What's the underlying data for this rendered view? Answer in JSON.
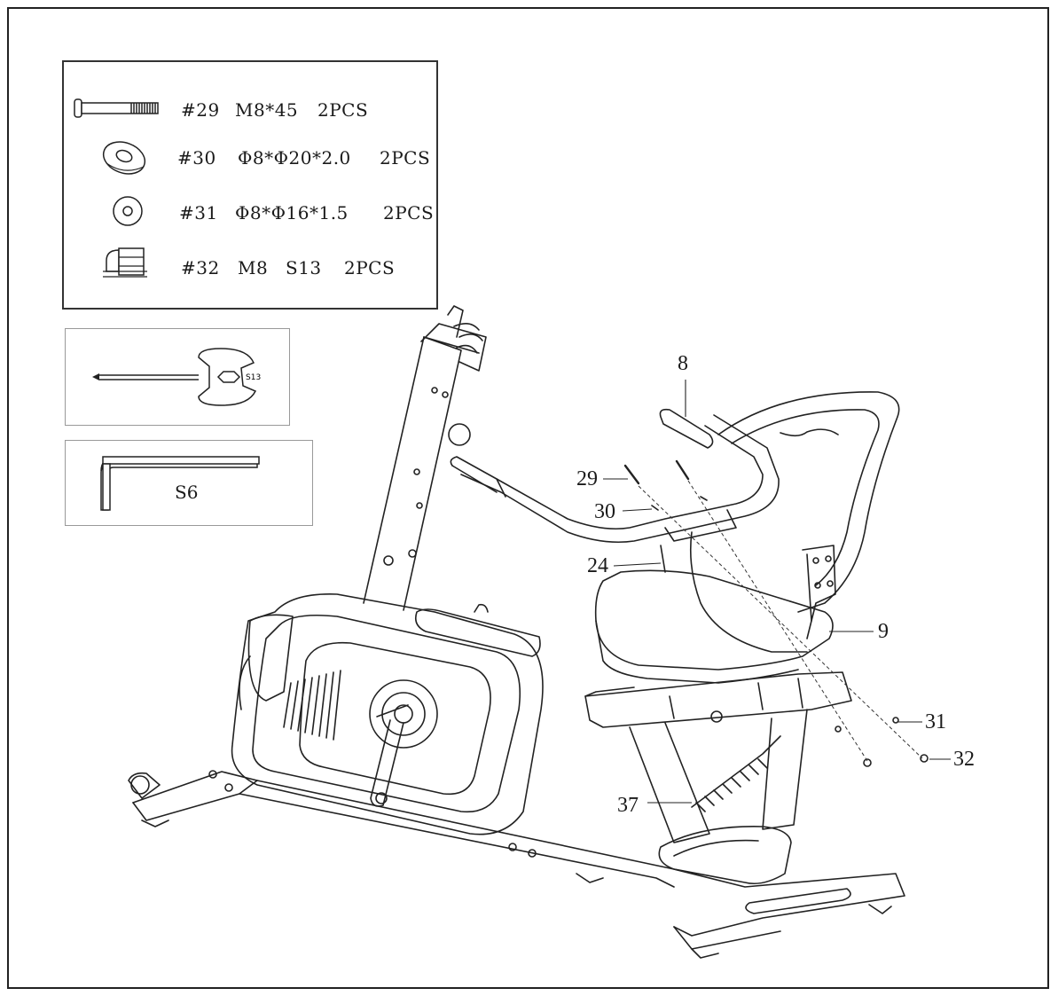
{
  "hardware": [
    {
      "id": "#29",
      "spec": "M8*45",
      "qty": "2PCS",
      "icon": "bolt-icon"
    },
    {
      "id": "#30",
      "spec": "Φ8*Φ20*2.0",
      "qty": "2PCS",
      "icon": "curved-washer-icon"
    },
    {
      "id": "#31",
      "spec": "Φ8*Φ16*1.5",
      "qty": "2PCS",
      "icon": "flat-washer-icon"
    },
    {
      "id": "#32",
      "spec": "M8",
      "spec2": "S13",
      "qty": "2PCS",
      "icon": "acorn-nut-icon"
    }
  ],
  "tools": {
    "wrench_label": "S13",
    "allen_label": "S6"
  },
  "callouts": {
    "c8": "8",
    "c29": "29",
    "c30": "30",
    "c24": "24",
    "c9": "9",
    "c31": "31",
    "c32": "32",
    "c37": "37"
  }
}
